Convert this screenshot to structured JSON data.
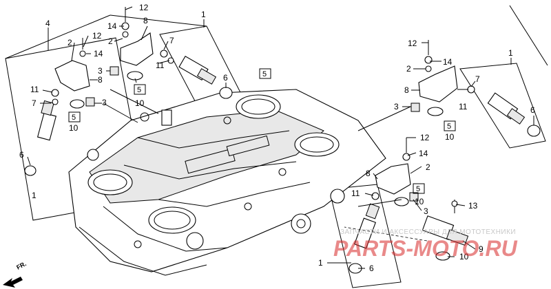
{
  "callouts": {
    "c1_top": "1",
    "c1_right": "1",
    "c1_left": "1",
    "c1_bottom": "1",
    "c2_a": "2",
    "c2_b": "2",
    "c2_c": "2",
    "c2_d": "2",
    "c3_a": "3",
    "c3_b": "3",
    "c3_c": "3",
    "c3_d": "3",
    "c4": "4",
    "c5_a": "5",
    "c5_b": "5",
    "c5_c": "5",
    "c5_d": "5",
    "c5_e": "5",
    "c6_a": "6",
    "c6_b": "6",
    "c6_c": "6",
    "c6_d": "6",
    "c7_a": "7",
    "c7_b": "7",
    "c7_c": "7",
    "c8_a": "8",
    "c8_b": "8",
    "c8_c": "8",
    "c8_d": "8",
    "c9": "9",
    "c10_a": "10",
    "c10_b": "10",
    "c10_c": "10",
    "c10_d": "10",
    "c10_e": "10",
    "c11_a": "11",
    "c11_b": "11",
    "c11_c": "11",
    "c11_d": "11",
    "c12_a": "12",
    "c12_b": "12",
    "c12_c": "12",
    "c12_d": "12",
    "c13": "13",
    "c14_a": "14",
    "c14_b": "14",
    "c14_c": "14",
    "c14_d": "14"
  },
  "direction_label": "FR.",
  "watermark": {
    "caption": "ЗАПЧАСТИ И АКСЕССУАРЫ ДЛЯ МОТОТЕХНИКИ",
    "logo": "PARTS-MOTO.RU"
  },
  "colors": {
    "line": "#000000",
    "background": "#ffffff",
    "logo": "#d72828",
    "caption": "#c8c8c8"
  },
  "icons": {
    "front_arrow": "arrow-left-down-icon"
  }
}
